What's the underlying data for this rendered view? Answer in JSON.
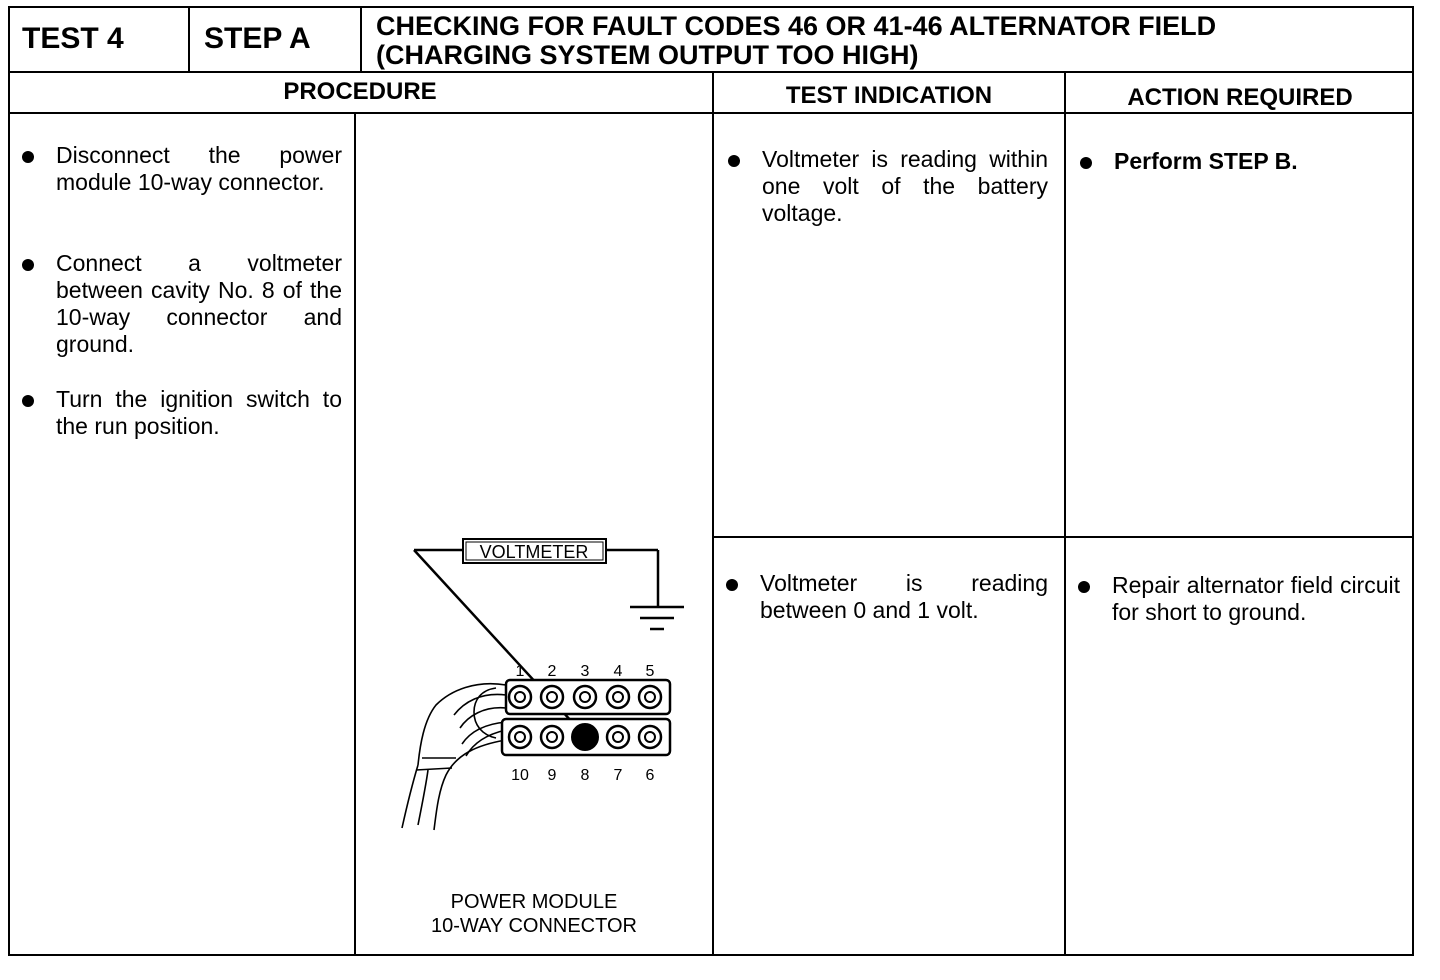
{
  "header": {
    "test": "TEST 4",
    "step": "STEP A",
    "title_line1": "CHECKING FOR FAULT CODES 46 OR 41-46 ALTERNATOR FIELD",
    "title_line2": "(CHARGING SYSTEM OUTPUT TOO HIGH)"
  },
  "columns": {
    "procedure": "PROCEDURE",
    "indication": "TEST INDICATION",
    "action": "ACTION REQUIRED"
  },
  "procedure_steps": [
    "Disconnect the power module 10-way connector.",
    "Connect a voltmeter between cavity No. 8 of the 10-way connector and ground.",
    "Turn the ignition switch to the run position."
  ],
  "diagram": {
    "meter_label": "VOLTMETER",
    "top_numbers": [
      "1",
      "2",
      "3",
      "4",
      "5"
    ],
    "bottom_numbers": [
      "10",
      "9",
      "8",
      "7",
      "6"
    ],
    "caption_line1": "POWER MODULE",
    "caption_line2": "10-WAY CONNECTOR"
  },
  "rows": [
    {
      "indication": "Voltmeter is reading within one volt of the battery voltage.",
      "action": "Perform STEP B."
    },
    {
      "indication": "Voltmeter is reading between 0 and 1 volt.",
      "action": "Repair alternator field circuit for short to ground."
    }
  ]
}
